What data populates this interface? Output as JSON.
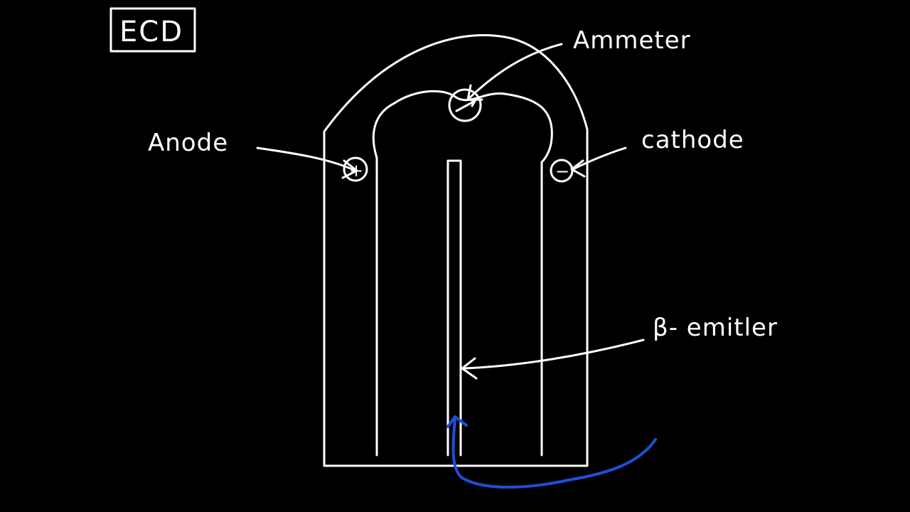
{
  "title": "ECD",
  "labels": {
    "anode": "Anode",
    "ammeter": "Ammeter",
    "cathode": "cathode",
    "beta_emitter": "β- emitler"
  },
  "symbols": {
    "anode_sign": "+",
    "cathode_sign": "−"
  },
  "colors": {
    "background": "#000000",
    "ink": "#ffffff",
    "flow_arrow": "#1f4fd6"
  }
}
